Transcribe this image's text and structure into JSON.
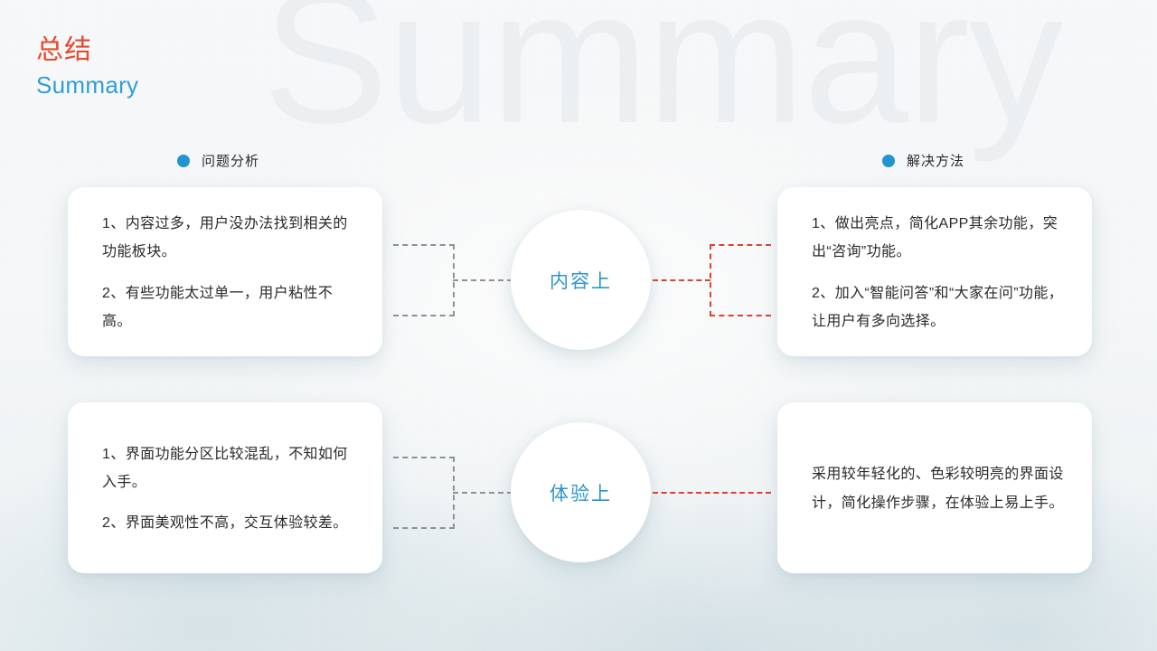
{
  "slide": {
    "title_cn": "总结",
    "title_en": "Summary",
    "watermark": "Summary"
  },
  "columns": {
    "left": {
      "label": "问题分析",
      "dot_color": "#2195d2",
      "dot_icon": "bullet-dot-icon"
    },
    "right": {
      "label": "解决方法",
      "dot_color": "#2195d2",
      "dot_icon": "bullet-dot-icon"
    }
  },
  "hubs": [
    {
      "label": "内容上"
    },
    {
      "label": "体验上"
    }
  ],
  "cards": {
    "top_left": {
      "lines": [
        "1、内容过多，用户没办法找到相关的功能板块。",
        "2、有些功能太过单一，用户粘性不高。"
      ]
    },
    "top_right": {
      "lines": [
        "1、做出亮点，简化APP其余功能，突出“咨询”功能。",
        "2、加入“智能问答”和“大家在问”功能，让用户有多向选择。"
      ]
    },
    "bottom_left": {
      "lines": [
        "1、界面功能分区比较混乱，不知如何入手。",
        "2、界面美观性不高，交互体验较差。"
      ]
    },
    "bottom_right": {
      "lines": [
        "采用较年轻化的、色彩较明亮的界面设计，简化操作步骤，在体验上易上手。"
      ]
    }
  },
  "colors": {
    "title_cn": "#e8492c",
    "title_en": "#2f9fd6",
    "accent_blue": "#2195d2",
    "hub_text": "#2c94cf",
    "connector_gray": "#8d9296",
    "connector_red": "#e0402c",
    "card_bg": "#ffffff",
    "background": "#f7f9fa",
    "watermark": "#eceff1"
  }
}
